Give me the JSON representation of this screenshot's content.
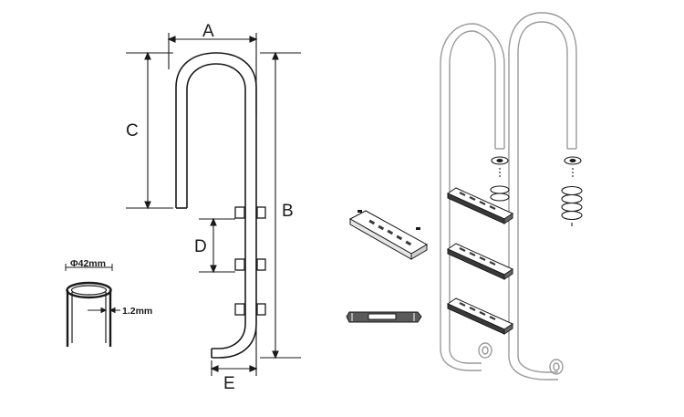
{
  "dimension_labels": {
    "a": "A",
    "b": "B",
    "c": "C",
    "d": "D",
    "e": "E"
  },
  "tube_spec": {
    "diameter": "Φ42mm",
    "wall_thickness": "1.2mm"
  },
  "colors": {
    "line": "#1a1a1a",
    "tube_outline": "#9a9a9a",
    "step_fill": "#3a3a3a",
    "background": "#ffffff"
  }
}
